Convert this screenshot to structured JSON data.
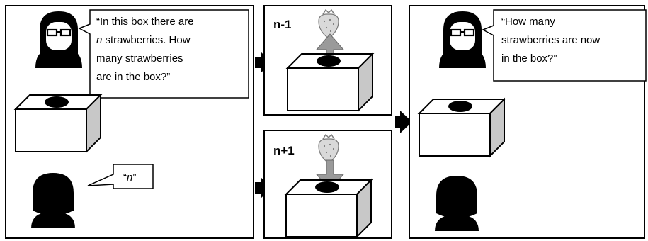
{
  "panel1": {
    "teacher_speech": {
      "line1": "“In this box there are",
      "line2_var": "n",
      "line2_rest": " strawberries. How",
      "line3": "many strawberries",
      "line4": "are in the box?”"
    },
    "child_speech": {
      "open": "“",
      "var": "n",
      "close": "”"
    }
  },
  "panel_minus": {
    "label": "n-1"
  },
  "panel_plus": {
    "label": "n+1"
  },
  "panel_final": {
    "teacher_speech": {
      "line1": "“How many",
      "line2": "strawberries are now",
      "line3": "in the box?”"
    }
  },
  "colors": {
    "border": "#000000",
    "cube_front": "#ffffff",
    "cube_side": "#c8c8c8",
    "arrow_gray": "#9a9a9a",
    "strawberry": "#d9d9d9"
  }
}
